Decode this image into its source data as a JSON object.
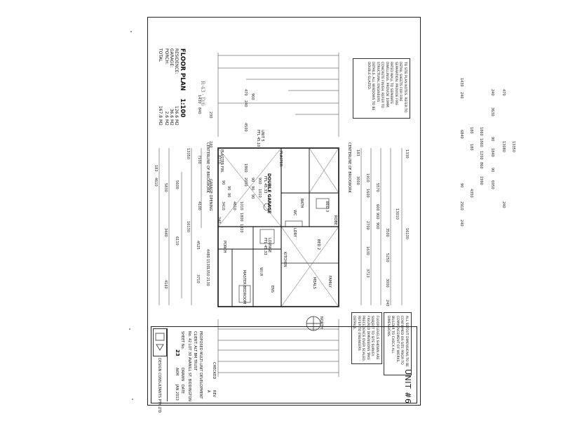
{
  "plan": {
    "title": "FLOOR PLAN",
    "scale": "1:100",
    "areas": [
      {
        "label": "RESIDENCE:",
        "value": "126.6 M2"
      },
      {
        "label": "GARAGE:",
        "value": "36.6 M2"
      },
      {
        "label": "PORCH:",
        "value": "2.6 M2"
      },
      {
        "label": "TOTAL",
        "value": "167.8 M2"
      }
    ],
    "handwritten": "R-43 - D/6"
  },
  "top_dimensions": {
    "overall": "13350",
    "row1": [
      "1430",
      "840",
      "7100",
      "4100"
    ],
    "row2": [
      "230",
      "240",
      "8710",
      "90",
      "3410",
      "240"
    ],
    "row3": [
      "90",
      "90"
    ],
    "row4": [
      "4610"
    ],
    "row5": [
      "470",
      "240",
      "4500",
      "1860",
      "2050",
      "1010",
      "1800",
      "1820"
    ],
    "row6": [
      "900",
      "90",
      "90",
      "90"
    ],
    "row7": [
      "900",
      "1010"
    ]
  },
  "bottom_dimensions": {
    "overall": "13350",
    "row1": [
      "1430",
      "240",
      "6840",
      "90",
      "2910",
      "240"
    ],
    "row2": [
      "180",
      "180",
      "4350"
    ],
    "row3": [
      "1860",
      "1860",
      "1200",
      "860",
      "1990"
    ],
    "row4": [
      "240",
      "3630",
      "90",
      "1840",
      "90",
      "6950"
    ],
    "row5": [
      "470",
      "13080",
      "240"
    ]
  },
  "left_dimensions": [
    "183",
    "4610",
    "5830",
    "5600",
    "16130",
    "3440",
    "6110",
    "4525",
    "4480",
    "3710",
    "4160",
    "2130",
    "1530",
    "1350"
  ],
  "right_dimensions": [
    "183",
    "3000",
    "1910",
    "1600",
    "5570",
    "600",
    "900",
    "2700",
    "900",
    "3500",
    "1630",
    "5250",
    "3713",
    "3000",
    "240",
    "13010",
    "1330",
    "16130"
  ],
  "rooms": [
    {
      "name": "DOUBLE GARAGE",
      "sub": "FFL 45.33"
    },
    {
      "name": "LOUNGE",
      "sub": "FFL 45.33"
    },
    {
      "name": "KITCHEN",
      "sub": ""
    },
    {
      "name": "MEALS",
      "sub": ""
    },
    {
      "name": "FAMILY",
      "sub": ""
    },
    {
      "name": "BED 2",
      "sub": ""
    },
    {
      "name": "BED 3",
      "sub": ""
    },
    {
      "name": "MASTER BEDROOM",
      "sub": ""
    },
    {
      "name": "W.I.R",
      "sub": ""
    },
    {
      "name": "ENS",
      "sub": ""
    },
    {
      "name": "BATH",
      "sub": ""
    },
    {
      "name": "WC",
      "sub": ""
    },
    {
      "name": "LDRY",
      "sub": ""
    },
    {
      "name": "PORCH",
      "sub": ""
    },
    {
      "name": "ROBE",
      "sub": ""
    }
  ],
  "plan_labels": {
    "centerline_left": "CENTERLINE OF BRICKWORK",
    "centerline_right": "CENTERLINE OF BRICKWORK",
    "unit_ref": "UNIT 5",
    "ffl_ref": "FFL 45.10",
    "plaster1": "PLASTER FIN.",
    "plaster2": "PLASTER",
    "garage_opening": "GARAGE OPENING",
    "north": "NORTH"
  },
  "notes_top": "TO SITE PLAN NOTES. REFER TO DETAIL SHEETS FOR FIRE SEPARATION. PROVIDE FIRE RATED WALL TO SEPARATE DWELLINGS. PROVIDE 10MM CONCRETE FINISH. REFER TO STRUCTURAL ENGINEERS DETAILS. ALL WINDOWS TO BE DOUBLE GLAZED.",
  "notes_bottom_a": "ALL SETOUT DIMENSIONS TO BE CONFIRMED ON SITE PRIOR TO COMMENCEMENT OF WORKS. BUILDER TO CHECK ALL DIMENSIONS.",
  "notes_bottom_b": "FLOOR LEVELS SHOWN ARE SUBJECT TO SITE SURVEY. FIGURED DIMENSIONS TAKE PRECEDENCE OVER SCALED. REFER TO ENGINEERS DETAILS.",
  "title_block": {
    "unit": "UNIT #6",
    "project": "PROPOSED MULTI-UNIT DEVELOPMENT",
    "client": "CLIENT: ALT BM TRUST",
    "address": "No. 42 LOT 30 AVANILL ST. BIDDINGTON",
    "sheet_label": "SHEET No.",
    "sheet_no": "23",
    "drawn_label": "DRAWN",
    "drawn": "AKM",
    "date_label": "DATE",
    "date": "JAN 2013",
    "rev_label": "REV",
    "rev": "A",
    "checked_label": "CHECKED",
    "checked": "",
    "firm": "DESIGN CONSULTANTS PTY LTD"
  }
}
